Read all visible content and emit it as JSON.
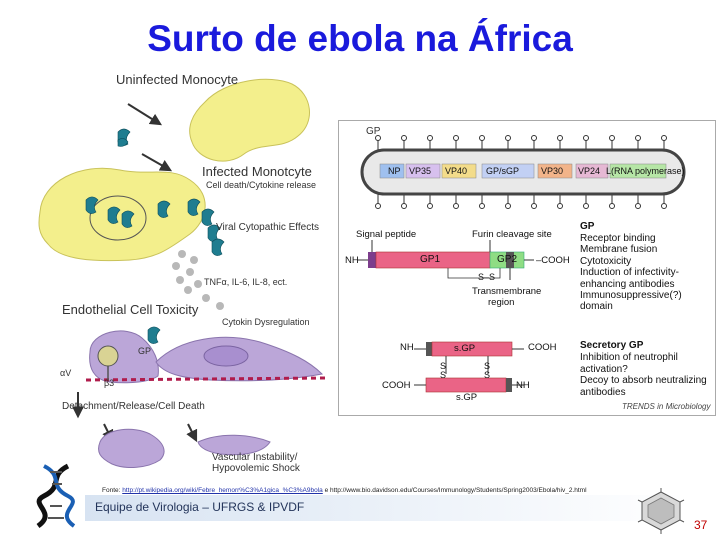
{
  "slide": {
    "title": "Surto de ebola na África",
    "page_number": "37"
  },
  "pathogenesis": {
    "uninfected": "Uninfected Monocyte",
    "infected": "Infected Monotcyte",
    "infected_sub": "Cell death/Cytokine release",
    "cytopathic": "Viral Cytopathic Effects",
    "cytokines": "TNFα, IL-6, IL-8, ect.",
    "endothelial": "Endothelial Cell Toxicity",
    "dysregulation": "Cytokin Dysregulation",
    "gp": "GP",
    "alpha_v": "αV",
    "beta3": "β3",
    "detachment": "Detachment/Release/Cell Death",
    "vascular": "Vascular Instability/",
    "shock": "Hypovolemic Shock"
  },
  "virion": {
    "gp_label": "GP",
    "genes": [
      {
        "name": "NP",
        "color": "#9fc0ef"
      },
      {
        "name": "VP35",
        "color": "#d7c0ee"
      },
      {
        "name": "VP40",
        "color": "#f3dc8a"
      },
      {
        "name": "GP/sGP",
        "color": "#c2d0f4"
      },
      {
        "name": "VP30",
        "color": "#f2b48a"
      },
      {
        "name": "VP24",
        "color": "#e6b8d4"
      },
      {
        "name": "L(RNA polymerase)",
        "color": "#b6e6a6"
      }
    ]
  },
  "gp_diagram": {
    "signal_peptide": "Signal peptide",
    "furin_site": "Furin cleavage site",
    "nh2": "NH",
    "gp1": "GP1",
    "gp2": "GP2",
    "cooh": "–COOH",
    "ss": "S–S",
    "transmembrane": "Transmembrane",
    "region": "region",
    "gp_function_title": "GP",
    "gp_functions": [
      "Receptor binding",
      "Membrane fusion",
      "Cytotoxicity",
      "Induction of infectivity-",
      "enhancing antibodies",
      "Immunosuppressive(?)",
      "domain"
    ],
    "sgp_nh": "NH",
    "sgp": "s.GP",
    "sgp_cooh": "COOH",
    "s_label": "S",
    "sgp2_cooh": "COOH",
    "sgp2": "s.GP",
    "sgp2_nh": "NH",
    "secretory_title": "Secretory GP",
    "secretory_functions": [
      "Inhibition of neutrophil",
      "activation?",
      "Decoy to absorb neutralizing",
      "antibodies"
    ],
    "journal": "TRENDS in Microbiology"
  },
  "source": {
    "prefix": "Fonte: ",
    "link1": "http://pt.wikipedia.org/wiki/Febre_hemorr%C3%A1gica_%C3%A9bola",
    "middle": " e http://www.bio.davidson.edu/",
    "rest": "Courses/Immunology/Students/Spring2003/Ebola/hiv_2.html"
  },
  "footer": {
    "text": "Equipe de Virologia – UFRGS & IPVDF"
  },
  "colors": {
    "title": "#1a1adc",
    "cell_yellow": "#f3ef8c",
    "cell_purple": "#bba6d8",
    "virus_teal": "#1f7d90",
    "gp1_red": "#ea6486",
    "gp2_green": "#8fdd84",
    "page_number": "#c00000"
  }
}
